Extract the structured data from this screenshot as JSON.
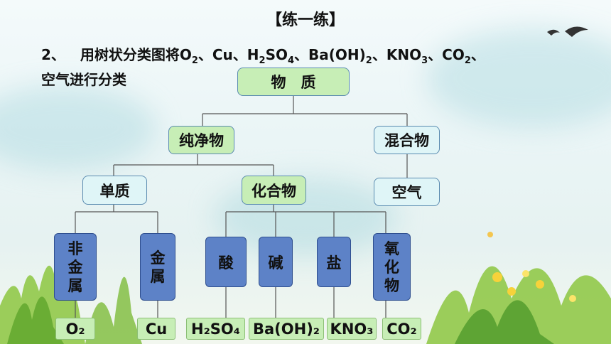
{
  "title": "【练一练】",
  "question": {
    "number": "2、",
    "text": "用树状分类图将O₂、Cu、H₂SO₄、Ba(OH)₂、KNO₃、CO₂、空气进行分类"
  },
  "tree": {
    "root": "物　质",
    "pure": "纯净物",
    "mixture": "混合物",
    "element": "单质",
    "compound": "化合物",
    "air": "空气",
    "nonmetal": [
      "非",
      "金",
      "属"
    ],
    "metal": [
      "金",
      "属"
    ],
    "acid": "酸",
    "base": "碱",
    "salt": "盐",
    "oxide": [
      "氧",
      "化",
      "物"
    ]
  },
  "leaves": {
    "o2": "O₂",
    "cu": "Cu",
    "h2so4": "H₂SO₄",
    "baoh2": "Ba(OH)₂",
    "kno3": "KNO₃",
    "co2": "CO₂"
  },
  "colors": {
    "green_box": "#c7eeb6",
    "blue_box": "#5d82c7",
    "line": "#555555"
  }
}
